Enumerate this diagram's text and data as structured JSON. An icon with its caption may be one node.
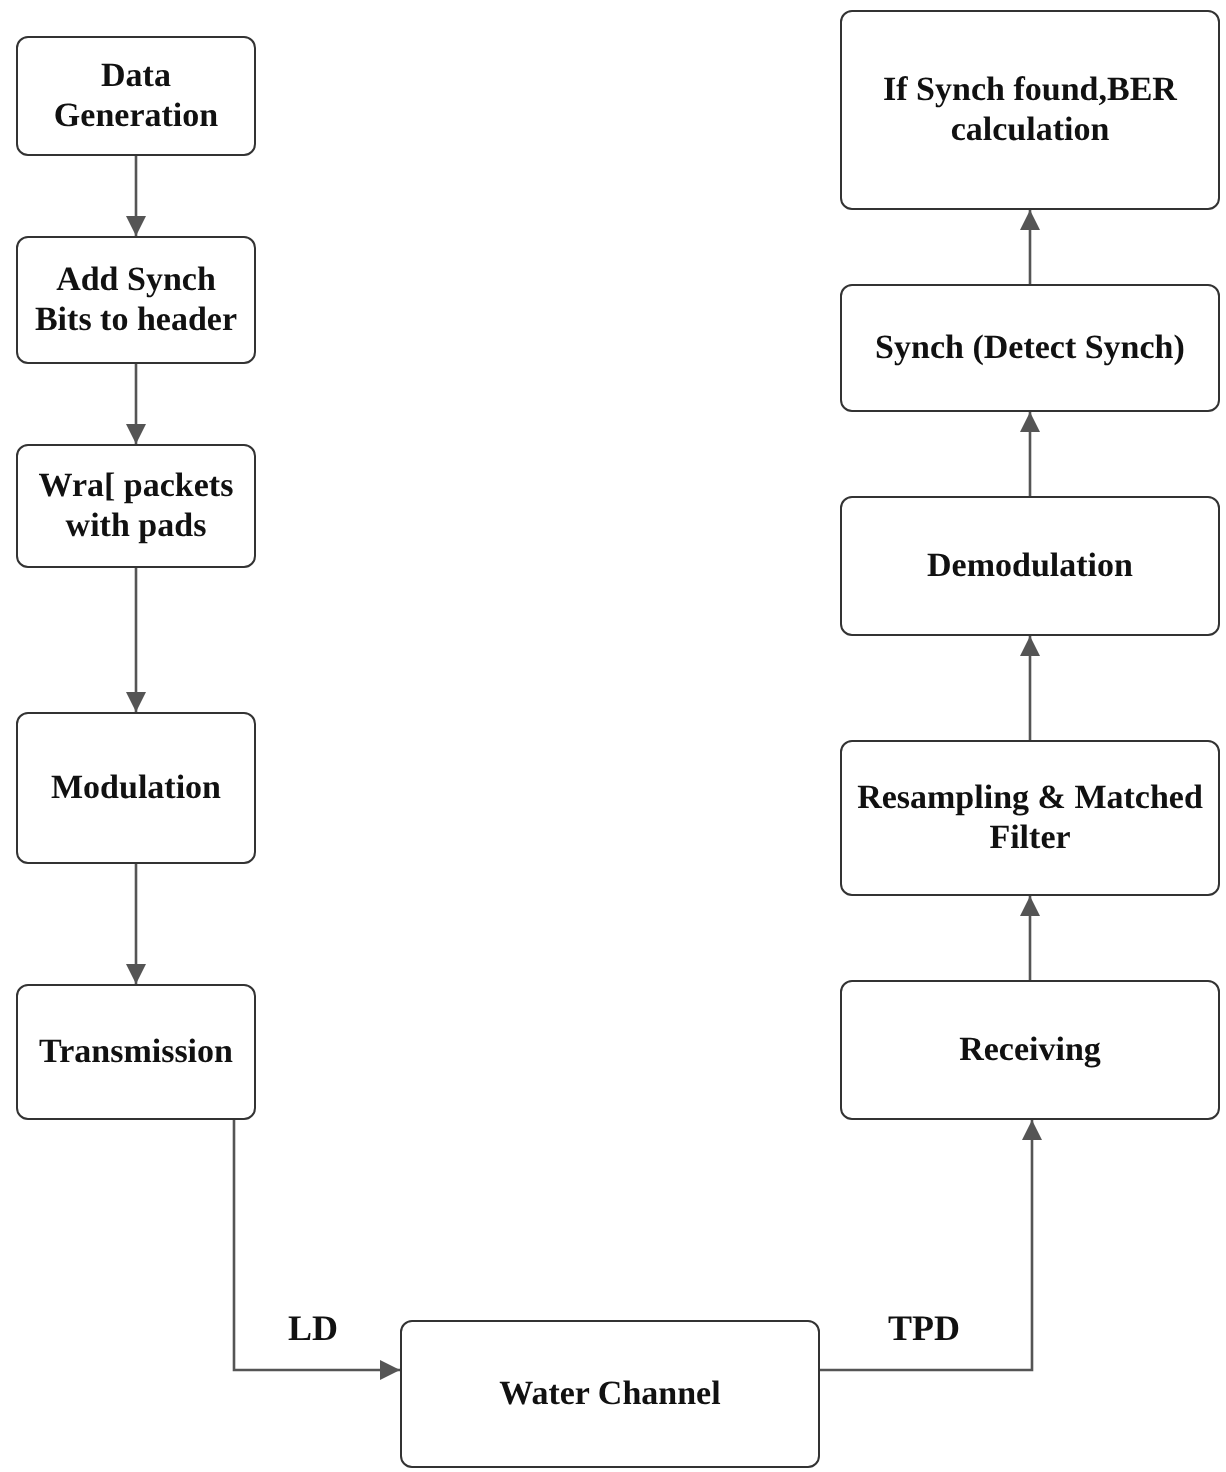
{
  "diagram": {
    "nodes": [
      {
        "text": [
          "Data Generation"
        ]
      },
      {
        "text": [
          "Add Synch Bits to header"
        ]
      },
      {
        "text": [
          "Wra[ packets with pads"
        ]
      },
      {
        "text": [
          "Modulation"
        ]
      },
      {
        "text": [
          "Transmission"
        ]
      },
      {
        "text": [
          "Water Channel"
        ]
      },
      {
        "text": [
          "Receiving"
        ]
      },
      {
        "text": [
          "Resampling & Matched Filter"
        ]
      },
      {
        "text": [
          "Demodulation"
        ]
      },
      {
        "text": [
          "Synch (Detect Synch)"
        ]
      },
      {
        "text": [
          "If Synch found,BER calculation"
        ]
      }
    ],
    "edges": [
      {
        "from": 0,
        "to": 1,
        "arrow": "to"
      },
      {
        "from": 1,
        "to": 2,
        "arrow": "to"
      },
      {
        "from": 2,
        "to": 3,
        "arrow": "to"
      },
      {
        "from": 3,
        "to": 4,
        "arrow": "to"
      },
      {
        "from": 4,
        "to": 5,
        "arrow": "to",
        "label": "LD"
      },
      {
        "from": 5,
        "to": 6,
        "arrow": "to",
        "label": "TPD"
      },
      {
        "from": 6,
        "to": 7,
        "arrow": "to"
      },
      {
        "from": 7,
        "to": 8,
        "arrow": "to"
      },
      {
        "from": 8,
        "to": 9,
        "arrow": "to"
      },
      {
        "from": 9,
        "to": 10,
        "arrow": "to"
      }
    ]
  }
}
